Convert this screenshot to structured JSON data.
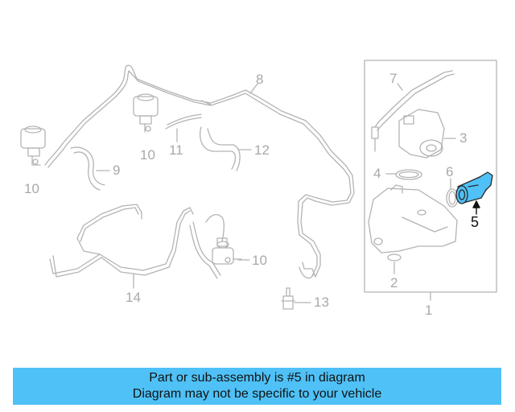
{
  "callouts": {
    "c1": "1",
    "c2": "2",
    "c3": "3",
    "c4": "4",
    "c5": "5",
    "c6": "6",
    "c7": "7",
    "c8": "8",
    "c9": "9",
    "c10a": "10",
    "c10b": "10",
    "c10c": "10",
    "c11": "11",
    "c12": "12",
    "c13": "13",
    "c14": "14"
  },
  "banner": {
    "line1": "Part or sub-assembly is #5 in diagram",
    "line2": "Diagram may not be specific to your vehicle"
  },
  "colors": {
    "line": "#b3b3b3",
    "highlight": "#4fc1f6",
    "banner": "#4fc1f6"
  }
}
